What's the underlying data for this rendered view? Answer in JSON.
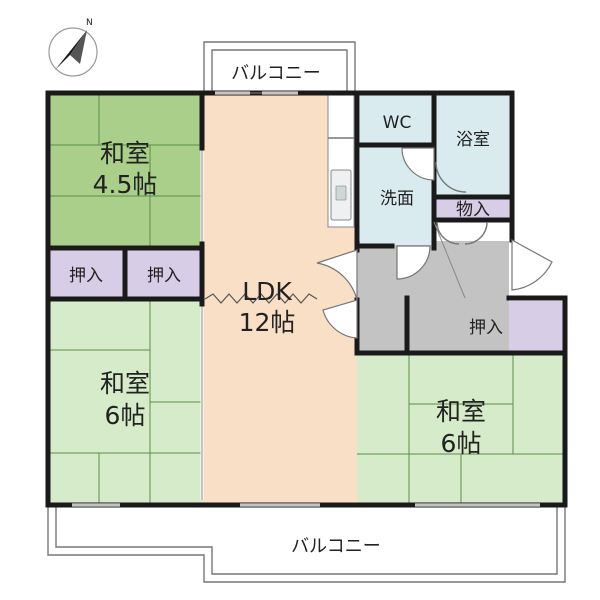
{
  "compass": {
    "north_label": "N"
  },
  "labels": {
    "balcony_top": "バルコニー",
    "balcony_bottom": "バルコニー",
    "washitsu_top_name": "和室",
    "washitsu_top_size": "4.5帖",
    "oshiire_left": "押入",
    "oshiire_mid": "押入",
    "ldk_name": "LDK",
    "ldk_size": "12帖",
    "wc": "WC",
    "bath": "浴室",
    "washroom": "洗面",
    "storage": "物入",
    "oshiire_right": "押入",
    "washitsu_left_name": "和室",
    "washitsu_left_size": "6帖",
    "washitsu_right_name": "和室",
    "washitsu_right_size": "6帖"
  },
  "colors": {
    "washitsu_top": "#a9cf8b",
    "washitsu": "#d6ebc9",
    "ldk": "#f9dfc6",
    "wet_area": "#d9ebee",
    "oshiire": "#d7cde6",
    "hall": "#c3c3c3",
    "tatami_line": "#5c8f46"
  }
}
